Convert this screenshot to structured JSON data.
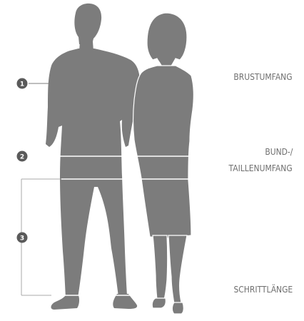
{
  "colors": {
    "silhouette": "#7c7c7c",
    "line": "#ffffff",
    "bracket": "#a8a8a8",
    "marker": "#5a5a5a",
    "label": "#6f6f6f"
  },
  "icons": {
    "male": "male-silhouette-icon",
    "female": "female-silhouette-icon"
  },
  "markers": [
    {
      "number": "1",
      "label": "BRUSTUMFANG"
    },
    {
      "number": "2",
      "label_line1": "BUND-/",
      "label_line2": "TAILLENUMFANG"
    },
    {
      "number": "3",
      "label": "SCHRITTLÄNGE"
    }
  ]
}
